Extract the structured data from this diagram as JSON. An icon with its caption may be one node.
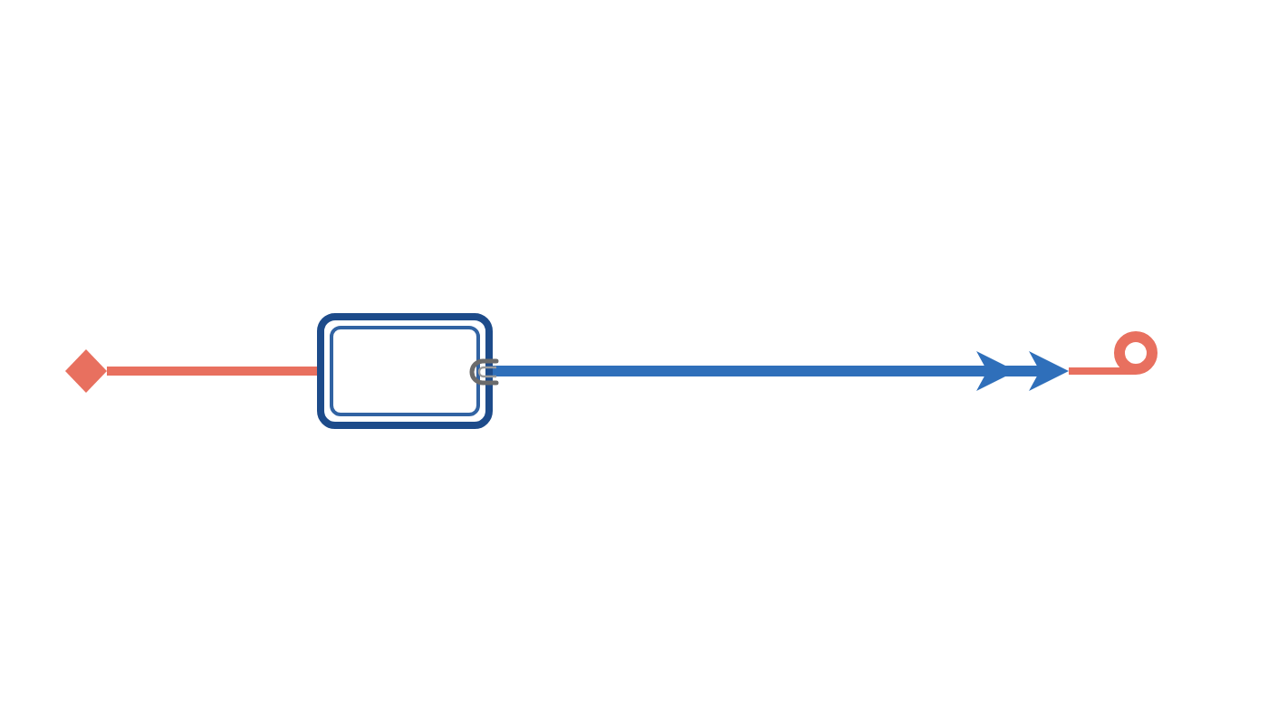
{
  "diagram": {
    "nodes": [
      {
        "text": [],
        "shape": "diamond"
      },
      {
        "text": [],
        "shape": "box"
      },
      {
        "text": [],
        "shape": "circle"
      }
    ],
    "edges": [
      {
        "from": 0,
        "to": 1,
        "arrow": "none",
        "color": "#e8705f"
      },
      {
        "from": 1,
        "to": 2,
        "arrow": "to",
        "color": "#2f6fba"
      }
    ]
  }
}
